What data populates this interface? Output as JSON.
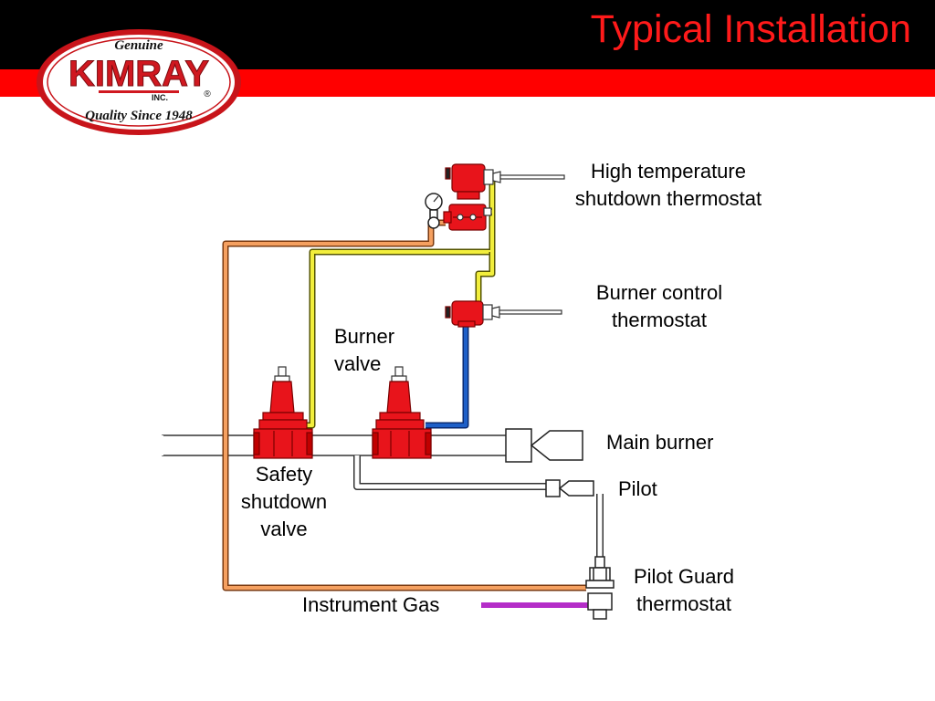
{
  "slide": {
    "title": "Typical Installation"
  },
  "logo": {
    "top_text": "Genuine",
    "brand": "KIMRAY",
    "inc": "INC.",
    "registered": "®",
    "tagline": "Quality Since 1948"
  },
  "labels": {
    "high_temp": [
      "High temperature",
      "shutdown thermostat"
    ],
    "burner_control": [
      "Burner control",
      "thermostat"
    ],
    "burner_valve": [
      "Burner",
      "valve"
    ],
    "main_burner": "Main burner",
    "safety_valve": [
      "Safety",
      "shutdown",
      "valve"
    ],
    "pilot": "Pilot",
    "pilot_guard": [
      "Pilot Guard",
      "thermostat"
    ],
    "instrument_gas": "Instrument Gas"
  },
  "colors": {
    "header_black": "#000000",
    "header_red": "#ff0000",
    "title_red": "#ff1a1a",
    "valve_red": "#e8141b",
    "line_orange": "#f5a060",
    "line_yellow": "#f2ee3c",
    "line_blue": "#1e5fc8",
    "line_magenta": "#b42dc8",
    "pipe_gray": "#e8e8e8"
  }
}
